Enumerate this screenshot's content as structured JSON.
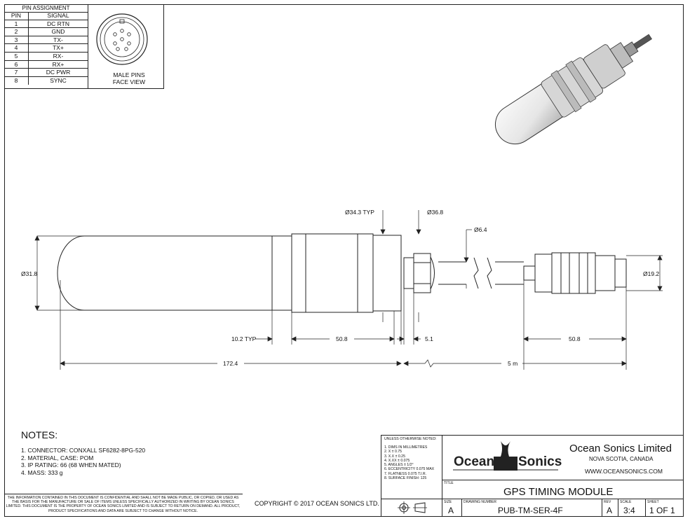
{
  "pin_assignment": {
    "title": "PIN ASSIGNMENT",
    "headers": [
      "PIN",
      "SIGNAL"
    ],
    "rows": [
      [
        "1",
        "DC RTN"
      ],
      [
        "2",
        "GND"
      ],
      [
        "3",
        "TX-"
      ],
      [
        "4",
        "TX+"
      ],
      [
        "5",
        "RX-"
      ],
      [
        "6",
        "RX+"
      ],
      [
        "7",
        "DC PWR"
      ],
      [
        "8",
        "SYNC"
      ]
    ],
    "face_label_1": "MALE PINS",
    "face_label_2": "FACE VIEW"
  },
  "dimensions": {
    "dia_31_8": "Ø31.8",
    "dia_34_3": "Ø34.3 TYP",
    "dia_36_8": "Ø36.8",
    "dia_6_4": "Ø6.4",
    "dia_19_2": "Ø19.2",
    "len_10_2": "10.2 TYP",
    "len_50_8_a": "50.8",
    "len_5_1": "5.1",
    "len_50_8_b": "50.8",
    "len_172_4": "172.4",
    "len_5m": "5 m"
  },
  "notes": {
    "title": "NOTES:",
    "items": [
      "1. CONNECTOR: CONXALL SF6282-8PG-520",
      "2. MATERIAL, CASE: POM",
      "3. IP RATING: 66 (68 WHEN MATED)",
      "4. MASS: 333 g"
    ]
  },
  "confidential": "THE INFORMATION CONTAINED IN THIS DOCUMENT IS CONFIDENTIAL AND SHALL NOT BE MADE PUBLIC, OR COPIED, OR USED AS THE BASIS FOR THE MANUFACTURE OR SALE OF ITEMS UNLESS SPECIFICALLY AUTHORIZED IN WRITING BY OCEAN SONICS LIMITED. THIS DOCUMENT IS THE PROPERTY OF OCEAN SONICS LIMITED AND IS SUBJECT TO RETURN ON DEMAND. ALL PRODUCT, PRODUCT SPECIFICATIONS AND DATA ARE SUBJECT TO CHANGE WITHOUT NOTICE.",
  "copyright": "COPYRIGHT © 2017 OCEAN SONICS LTD.",
  "title_block": {
    "tolerance_head": "UNLESS OTHERWISE NOTED:",
    "tolerances": [
      "1. DIMS IN MILLIMETRES",
      "2. X  ± 0.75",
      "3. X.X  ± 0.25",
      "4. X.XX ± 0.075",
      "5. ANGLES ± 1/2°",
      "6. ECCENTRICITY 0.075 MAX",
      "7. FLATNESS 0.075 T.I.R.",
      "8. SURFACE FINISH: 125"
    ],
    "logo_word_1": "Ocean",
    "logo_word_2": "Sonics",
    "company": "Ocean Sonics Limited",
    "location": "NOVA SCOTIA, CANADA",
    "website": "WWW.OCEANSONICS.COM",
    "title_label": "TITLE",
    "title": "GPS TIMING MODULE",
    "size_label": "SIZE",
    "size": "A",
    "drawing_number_label": "DRAWING NUMBER",
    "drawing_number": "PUB-TM-SER-4F",
    "rev_label": "REV",
    "rev": "A",
    "scale_label": "SCALE",
    "scale": "3:4",
    "sheet_label": "SHEET",
    "sheet": "1 OF 1"
  }
}
